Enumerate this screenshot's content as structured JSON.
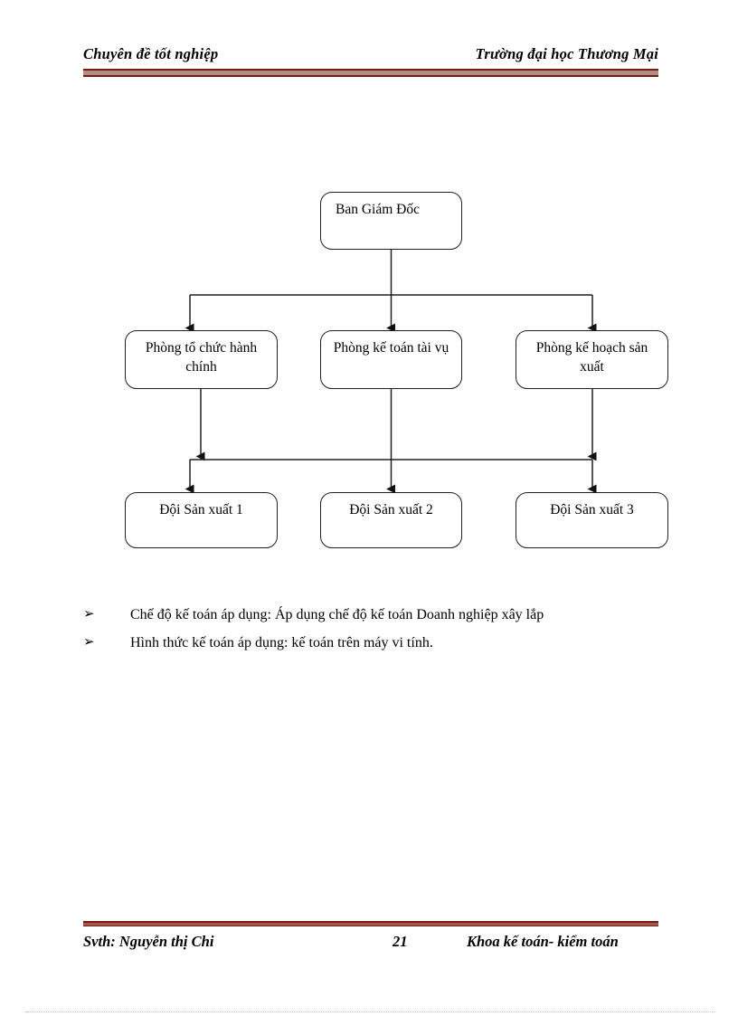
{
  "header": {
    "left_text": "Chuyên đề tốt nghiệp",
    "right_text": "Trường đại học Thương Mại",
    "rule_color": "#7c1a10"
  },
  "org_chart": {
    "title": "",
    "nodes": [
      {
        "id": "bgd",
        "label": "Ban Giám Đốc",
        "level": 1
      },
      {
        "id": "p1",
        "label": "Phòng tổ chức hành chính",
        "level": 2
      },
      {
        "id": "p2",
        "label": "Phòng kế toán tài vụ",
        "level": 2
      },
      {
        "id": "p3",
        "label": "Phòng kế hoạch sản xuất",
        "level": 2
      },
      {
        "id": "d1",
        "label": "Đội Sản xuất 1",
        "level": 3
      },
      {
        "id": "d2",
        "label": "Đội Sản xuất 2",
        "level": 3
      },
      {
        "id": "d3",
        "label": "Đội Sản xuất 3",
        "level": 3
      }
    ],
    "edges": [
      {
        "from": "bgd",
        "to": "p1"
      },
      {
        "from": "bgd",
        "to": "p2"
      },
      {
        "from": "bgd",
        "to": "p3"
      },
      {
        "from": "p1",
        "to": "d1"
      },
      {
        "from": "p2",
        "to": "d2"
      },
      {
        "from": "p3",
        "to": "d3"
      }
    ],
    "line_color": "#202020"
  },
  "body": {
    "bullet_glyph": "➢",
    "items": [
      "Chế độ kế toán áp dụng: Áp dụng chế độ kế toán Doanh nghiệp xây lắp",
      "Hình thức kế toán áp dụng: kế toán trên máy vi tính."
    ]
  },
  "footer": {
    "left_text": "Svth: Nguyễn thị Chi",
    "page_number": "21",
    "right_text": "Khoa kế toán- kiểm toán",
    "rule_color": "#7c1a10"
  }
}
